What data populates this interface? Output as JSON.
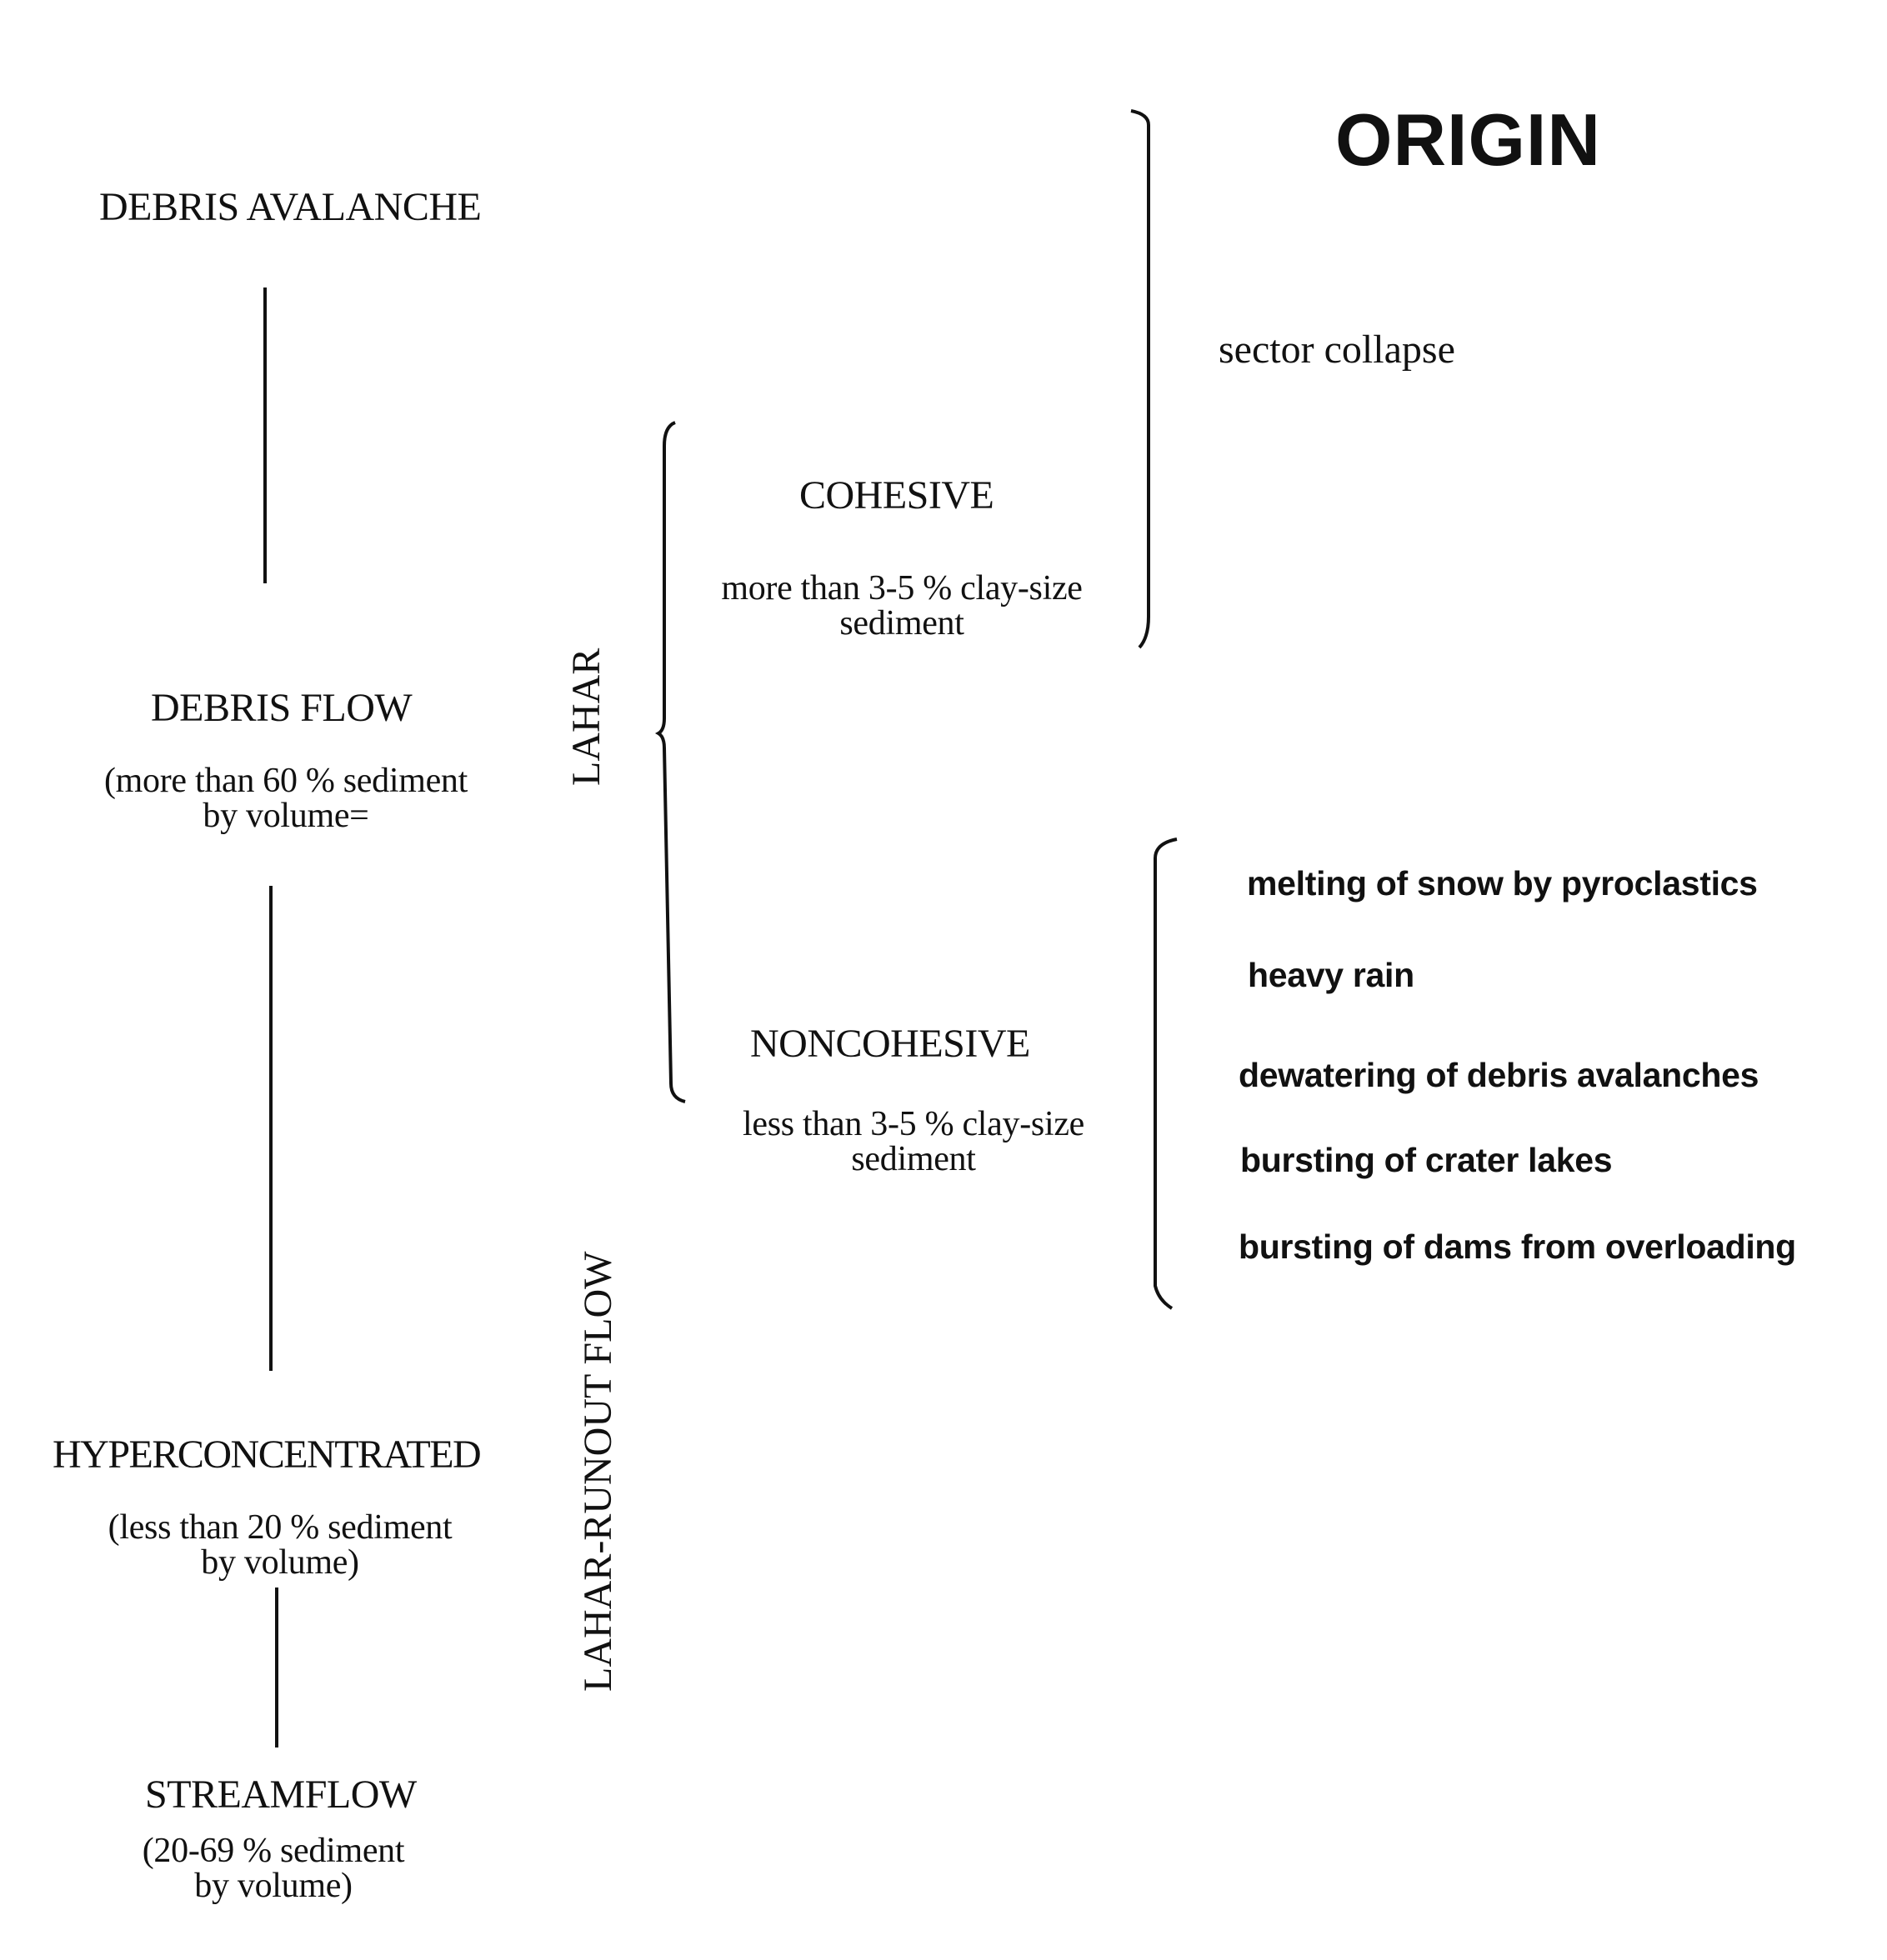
{
  "header": {
    "origin_title": "ORIGIN"
  },
  "flow_types": {
    "debris_avalanche": "DEBRIS AVALANCHE",
    "debris_flow": {
      "label": "DEBRIS FLOW",
      "note_line1": "(more than 60 % sediment",
      "note_line2": "by volume="
    },
    "hyperconcentrated": {
      "label": "HYPERCONCENTRATED",
      "note_line1": "(less than 20 % sediment",
      "note_line2": "by volume)"
    },
    "streamflow": {
      "label": "STREAMFLOW",
      "note_line1": "(20-69 % sediment",
      "note_line2": "by volume)"
    }
  },
  "group_labels": {
    "lahar": "LAHAR",
    "lahar_runout_flow": "LAHAR-RUNOUT FLOW"
  },
  "lahar_classes": {
    "cohesive": {
      "label": "COHESIVE",
      "note_line1": "more than 3-5 % clay-size",
      "note_line2": "sediment"
    },
    "noncohesive": {
      "label": "NONCOHESIVE",
      "note_line1": "less than 3-5 % clay-size",
      "note_line2": "sediment"
    }
  },
  "origins": {
    "cohesive": [
      "sector collapse"
    ],
    "noncohesive": [
      "melting of snow by pyroclastics",
      "heavy rain",
      "dewatering of debris avalanches",
      "bursting of crater lakes",
      "bursting of dams from overloading"
    ]
  }
}
